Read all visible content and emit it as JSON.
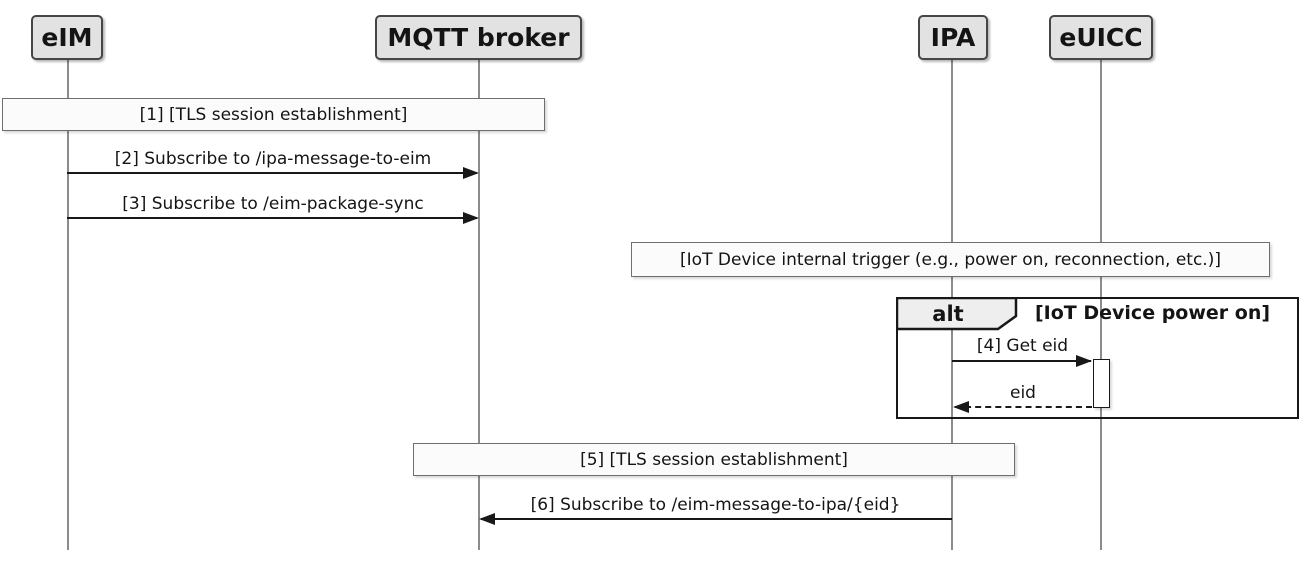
{
  "diagram": {
    "type": "sequence-diagram",
    "participants": [
      {
        "id": "eim",
        "label": "eIM"
      },
      {
        "id": "mqtt",
        "label": "MQTT broker"
      },
      {
        "id": "ipa",
        "label": "IPA"
      },
      {
        "id": "euicc",
        "label": "eUICC"
      }
    ],
    "notes": [
      {
        "id": "tls1",
        "label": "[1] [TLS session establishment]",
        "over": [
          "eim",
          "mqtt"
        ]
      },
      {
        "id": "iot-trigger",
        "label": "[IoT Device internal trigger (e.g., power on, reconnection, etc.)]",
        "over": [
          "ipa",
          "euicc"
        ]
      },
      {
        "id": "tls5",
        "label": "[5] [TLS session establishment]",
        "over": [
          "mqtt",
          "ipa"
        ]
      }
    ],
    "messages": [
      {
        "id": "m2",
        "label": "[2] Subscribe to /ipa-message-to-eim",
        "from": "eim",
        "to": "mqtt",
        "line": "solid"
      },
      {
        "id": "m3",
        "label": "[3] Subscribe to /eim-package-sync",
        "from": "eim",
        "to": "mqtt",
        "line": "solid"
      },
      {
        "id": "m4",
        "label": "[4] Get eid",
        "from": "ipa",
        "to": "euicc",
        "line": "solid"
      },
      {
        "id": "m4r",
        "label": "eid",
        "from": "euicc",
        "to": "ipa",
        "line": "dashed"
      },
      {
        "id": "m6",
        "label": "[6] Subscribe to /eim-message-to-ipa/{eid}",
        "from": "ipa",
        "to": "mqtt",
        "line": "solid"
      }
    ],
    "frames": [
      {
        "id": "alt",
        "operator": "alt",
        "condition": "[IoT Device power on]"
      }
    ],
    "colors": {
      "participant_fill": "#e2e2e2",
      "participant_border": "#454645",
      "note_fill": "#fbfbfb",
      "note_border": "#6e6e6e",
      "frame_border": "#181818",
      "pentagon_fill": "#eeeeee",
      "arrow": "#181818",
      "lifeline": "#8c8c8c",
      "text": "#141414",
      "background": "#ffffff"
    }
  }
}
